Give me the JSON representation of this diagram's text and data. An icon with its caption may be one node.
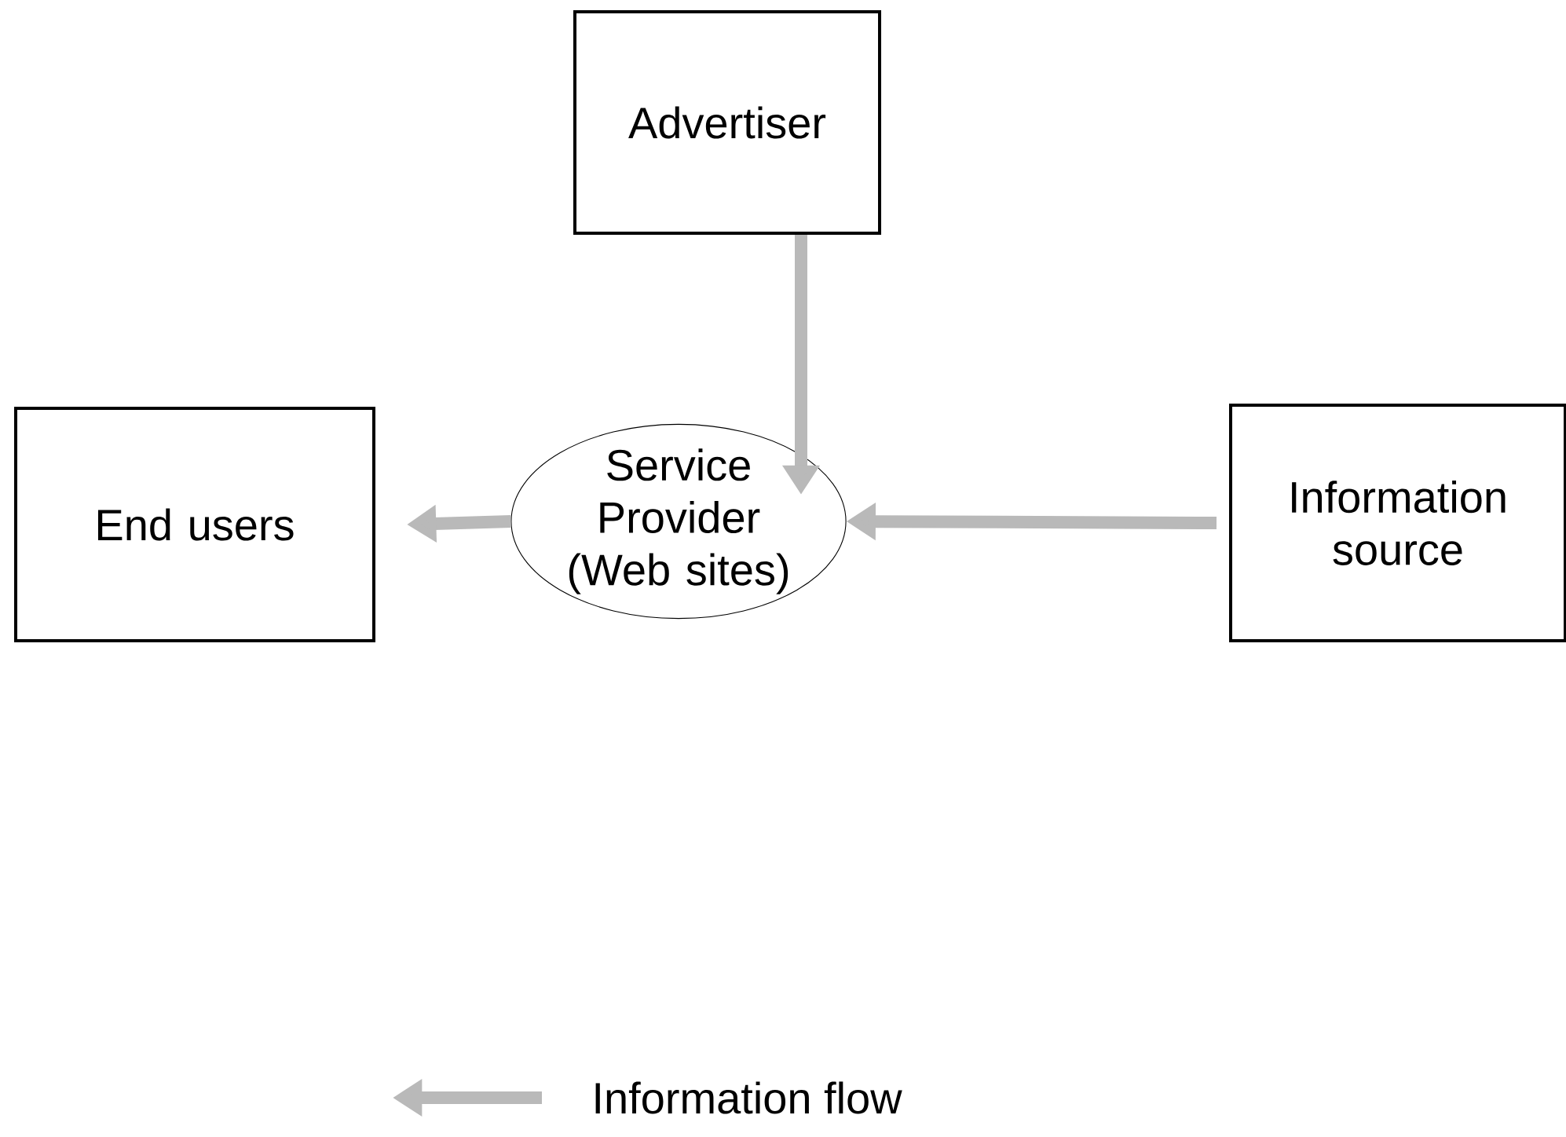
{
  "diagram": {
    "nodes": [
      {
        "text": [
          "Advertiser"
        ]
      },
      {
        "text": [
          "End users"
        ]
      },
      {
        "text": [
          "Service Provider (Web sites)"
        ]
      },
      {
        "text": [
          "Information source"
        ]
      }
    ],
    "edges": [
      {
        "from": 0,
        "to": 2,
        "arrow": "to"
      },
      {
        "from": 2,
        "to": 1,
        "arrow": "to"
      },
      {
        "from": 3,
        "to": 2,
        "arrow": "to"
      }
    ],
    "legend": [
      {
        "text": "Information flow"
      }
    ]
  }
}
